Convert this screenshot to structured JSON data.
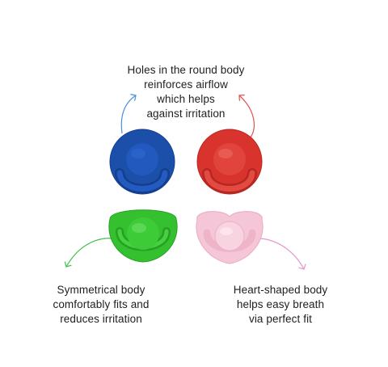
{
  "captions": {
    "top": "Holes in the round body\nreinforces airflow\nwhich helps\nagainst irritation",
    "bottom_left": "Symmetrical body\ncomfortably fits and\nreduces irritation",
    "bottom_right": "Heart-shaped body\nhelps easy breath\nvia perfect fit"
  },
  "pacifiers": [
    {
      "id": "blue-round",
      "color": "#1c4faa"
    },
    {
      "id": "red-round",
      "color": "#d8332c"
    },
    {
      "id": "green-symmetrical",
      "color": "#34c02f"
    },
    {
      "id": "pink-heart",
      "color": "#f5c6d7"
    }
  ],
  "arrows": {
    "blue": "#4a90d9",
    "red": "#e0534d",
    "green": "#3fbf4a",
    "pink": "#e596cf"
  }
}
